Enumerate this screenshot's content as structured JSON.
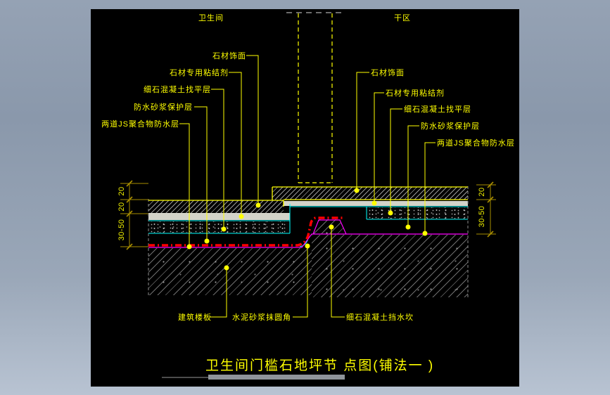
{
  "header": {
    "area_left": "卫生间",
    "area_right": "干区"
  },
  "labels": {
    "left": [
      "石材饰面",
      "石材专用粘结剂",
      "细石混凝土找平层",
      "防水砂浆保护层",
      "两道JS聚合物防水层"
    ],
    "right": [
      "石材饰面",
      "石材专用粘结剂",
      "细石混凝土找平层",
      "防水砂浆保护层",
      "两道JS聚合物防水层"
    ],
    "bottom": [
      "建筑楼板",
      "水泥砂浆抹圆角",
      "细石混凝土挡水坎"
    ]
  },
  "dimensions": {
    "left": [
      "20",
      "20",
      "30-50"
    ],
    "right": [
      "20",
      "30-50"
    ]
  },
  "title": "卫生间门槛石地坪节 点图(铺法一 )",
  "colors": {
    "annotation": "#ffff00",
    "waterproof_line": "#ff0000",
    "slab_line": "#ff00ff",
    "layer_line": "#00ffff",
    "dimension_line": "#a98e00",
    "canvas_background": "#000000"
  }
}
